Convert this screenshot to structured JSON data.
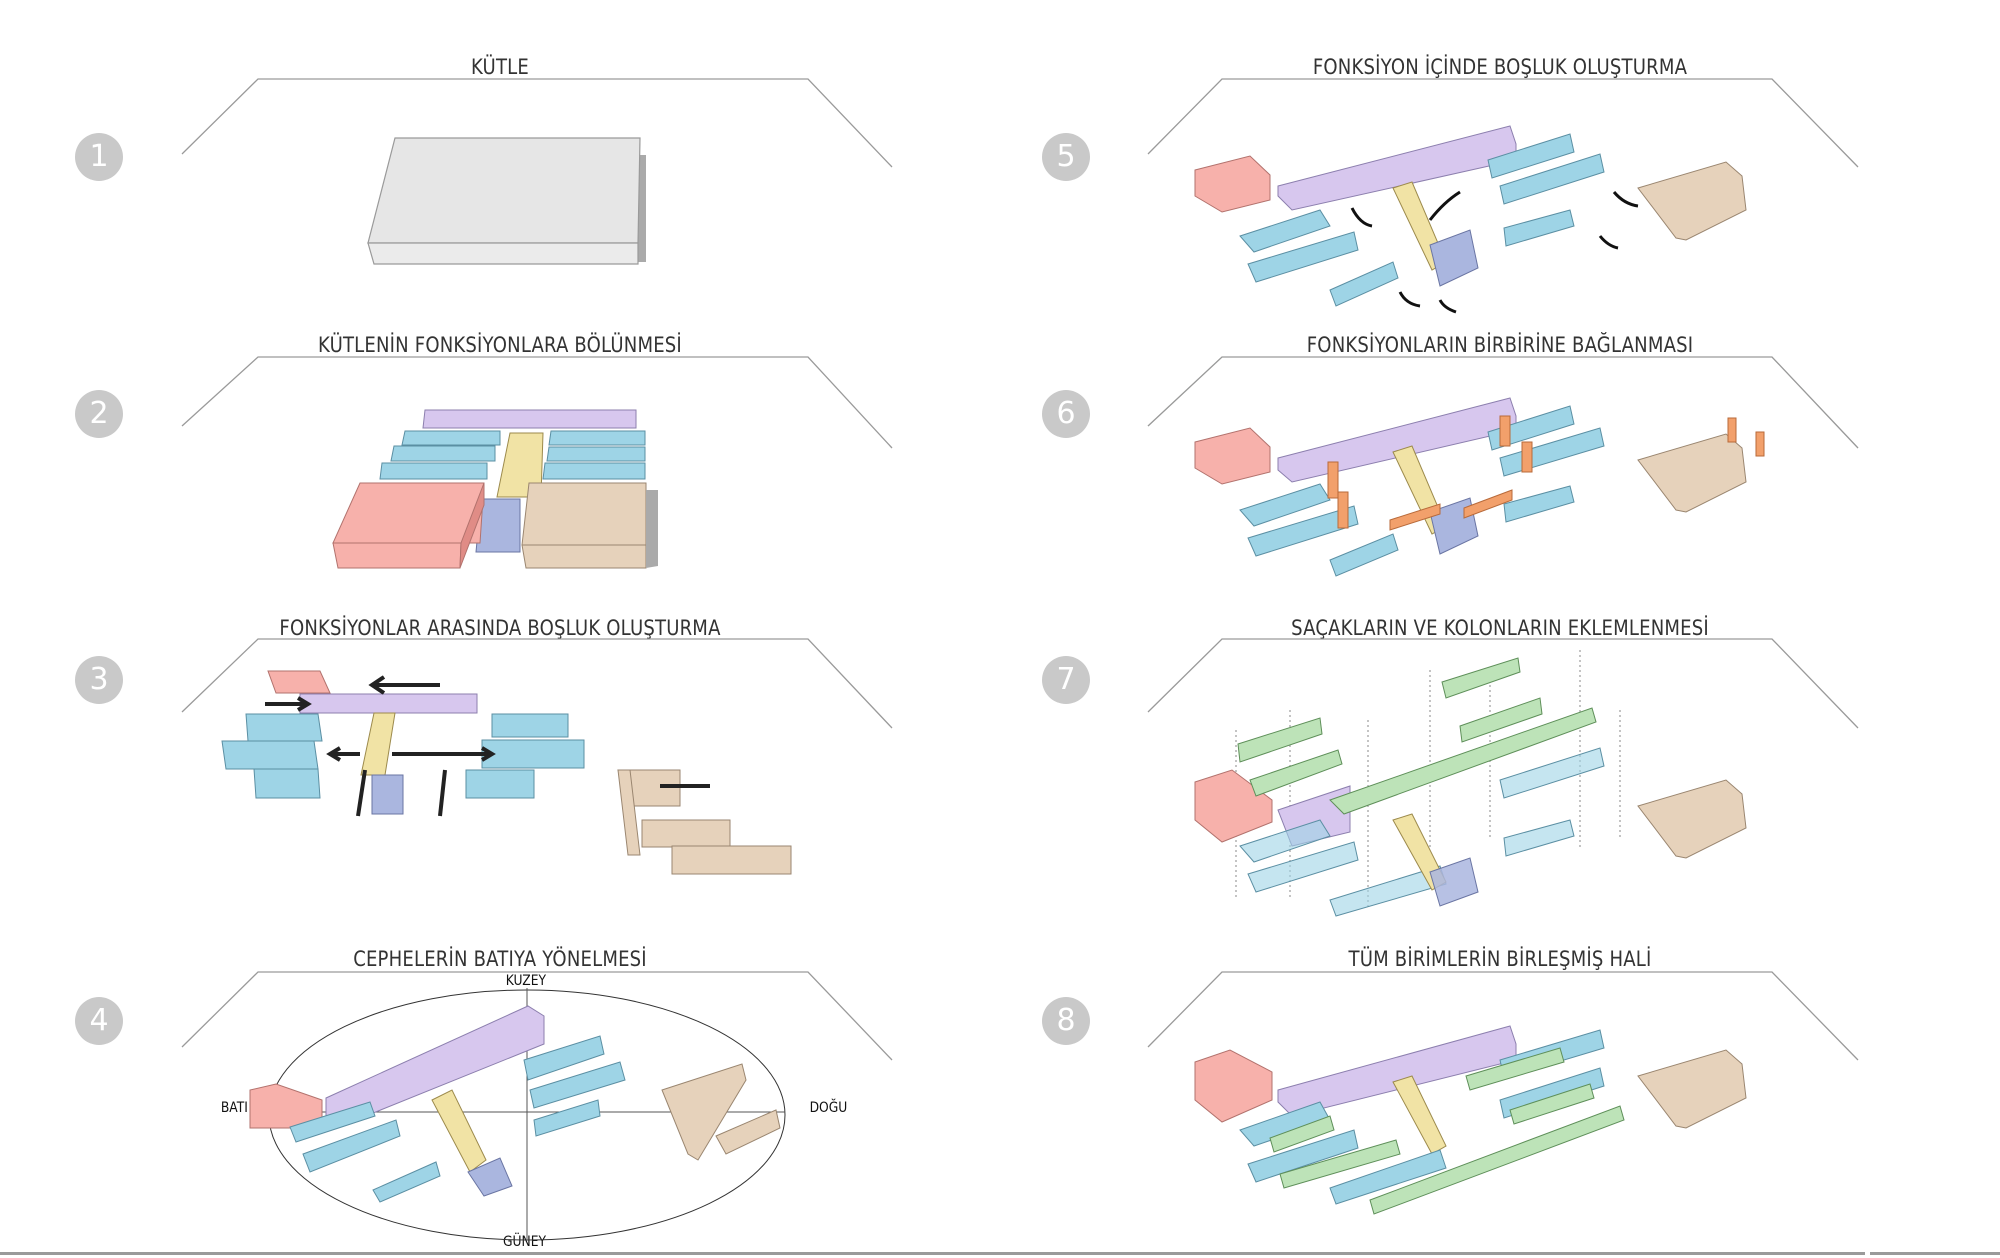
{
  "colors": {
    "mass": "#e6e6e6",
    "pink": "#f7b1ab",
    "lilac": "#d7c7ee",
    "blue": "#9ed4e6",
    "yellow": "#f1e3a5",
    "slate": "#aab6df",
    "tan": "#e6d2bb",
    "orange": "#f2a06b",
    "green": "#bde3b8",
    "shadow": "#b3b3b3",
    "frame_line": "#9a9a9a",
    "badge": "#c9c9c9"
  },
  "panels": [
    {
      "number": "1",
      "title": "KÜTLE"
    },
    {
      "number": "2",
      "title": "KÜTLENİN FONKSİYONLARA BÖLÜNMESİ"
    },
    {
      "number": "3",
      "title": "FONKSİYONLAR ARASINDA BOŞLUK OLUŞTURMA"
    },
    {
      "number": "4",
      "title": "CEPHELERİN BATIYA YÖNELMESİ"
    },
    {
      "number": "5",
      "title": "FONKSİYON İÇİNDE BOŞLUK OLUŞTURMA"
    },
    {
      "number": "6",
      "title": "FONKSİYONLARIN BİRBİRİNE BAĞLANMASI"
    },
    {
      "number": "7",
      "title": "SAÇAKLARIN VE KOLONLARIN EKLEMLENMESİ"
    },
    {
      "number": "8",
      "title": "TÜM BİRİMLERİN BİRLEŞMİŞ HALİ"
    }
  ],
  "compass": {
    "north": "KUZEY",
    "south": "GÜNEY",
    "west": "BATI",
    "east": "DOĞU"
  }
}
